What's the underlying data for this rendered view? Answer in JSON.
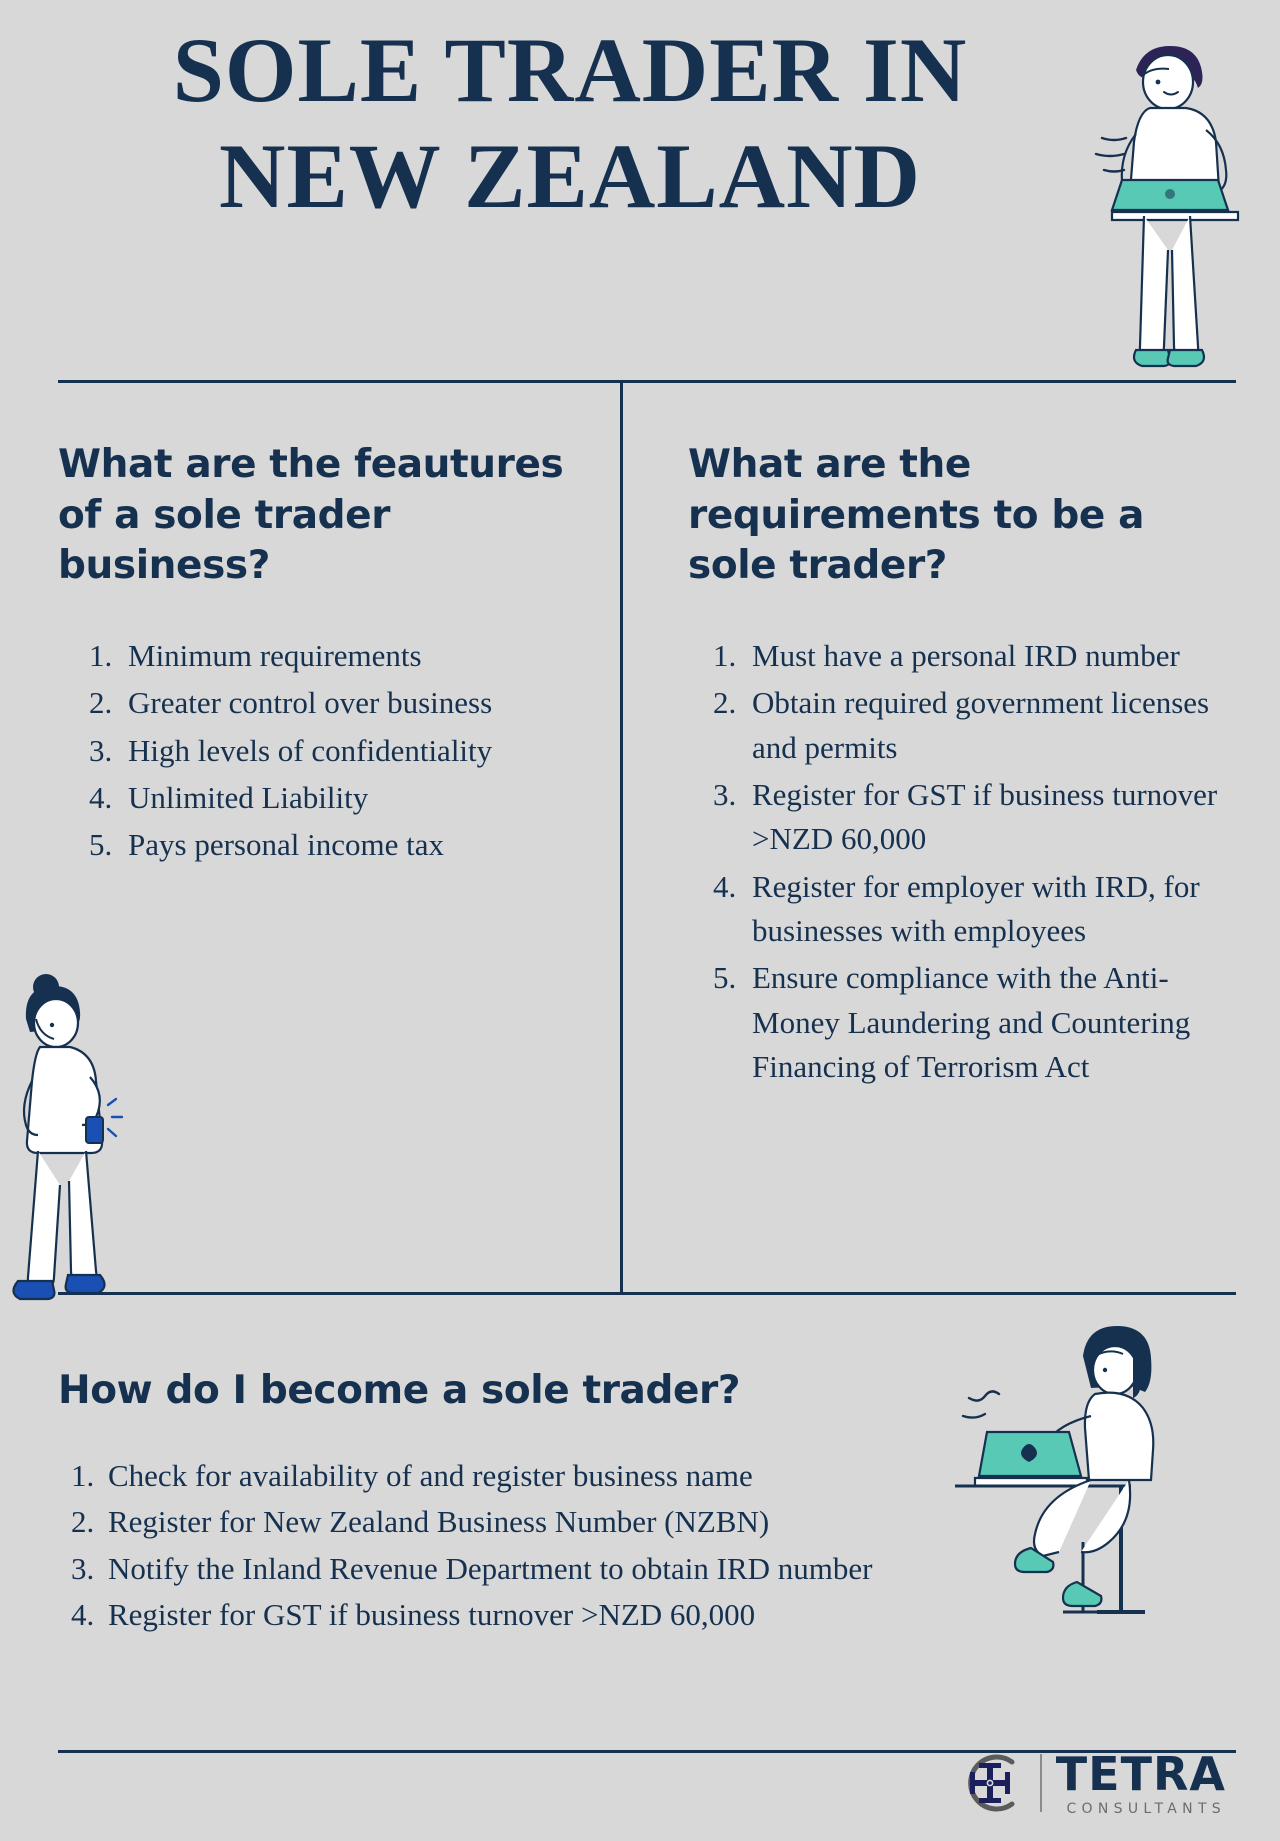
{
  "title": {
    "line1": "SOLE TRADER IN",
    "line2": "NEW ZEALAND"
  },
  "colors": {
    "background": "#d8d8d8",
    "navy": "#16314f",
    "teal": "#57c9b5",
    "blue": "#1a4fb4",
    "logo_grey": "#6d6d6d"
  },
  "sections": {
    "features": {
      "heading": "What are the feautures of a sole trader business?",
      "items": [
        "Minimum requirements",
        "Greater control over business",
        "High levels of confidentiality",
        "Unlimited Liability",
        "Pays personal income tax"
      ]
    },
    "requirements": {
      "heading": "What are the requirements to be a sole trader?",
      "items": [
        "Must have a personal IRD number",
        "Obtain required government licenses and permits",
        "Register for GST if business turnover >NZD 60,000",
        "Register for employer with IRD, for businesses with employees",
        "Ensure compliance with the Anti-Money Laundering and Countering Financing of Terrorism Act"
      ]
    },
    "howto": {
      "heading": "How do I become a sole trader?",
      "items": [
        "Check for availability of and register business name",
        "Register for New Zealand Business Number (NZBN)",
        "Notify the Inland Revenue Department to obtain IRD number",
        "Register for GST if business turnover >NZD 60,000"
      ]
    }
  },
  "logo": {
    "word": "TETRA",
    "subtitle": "CONSULTANTS"
  }
}
